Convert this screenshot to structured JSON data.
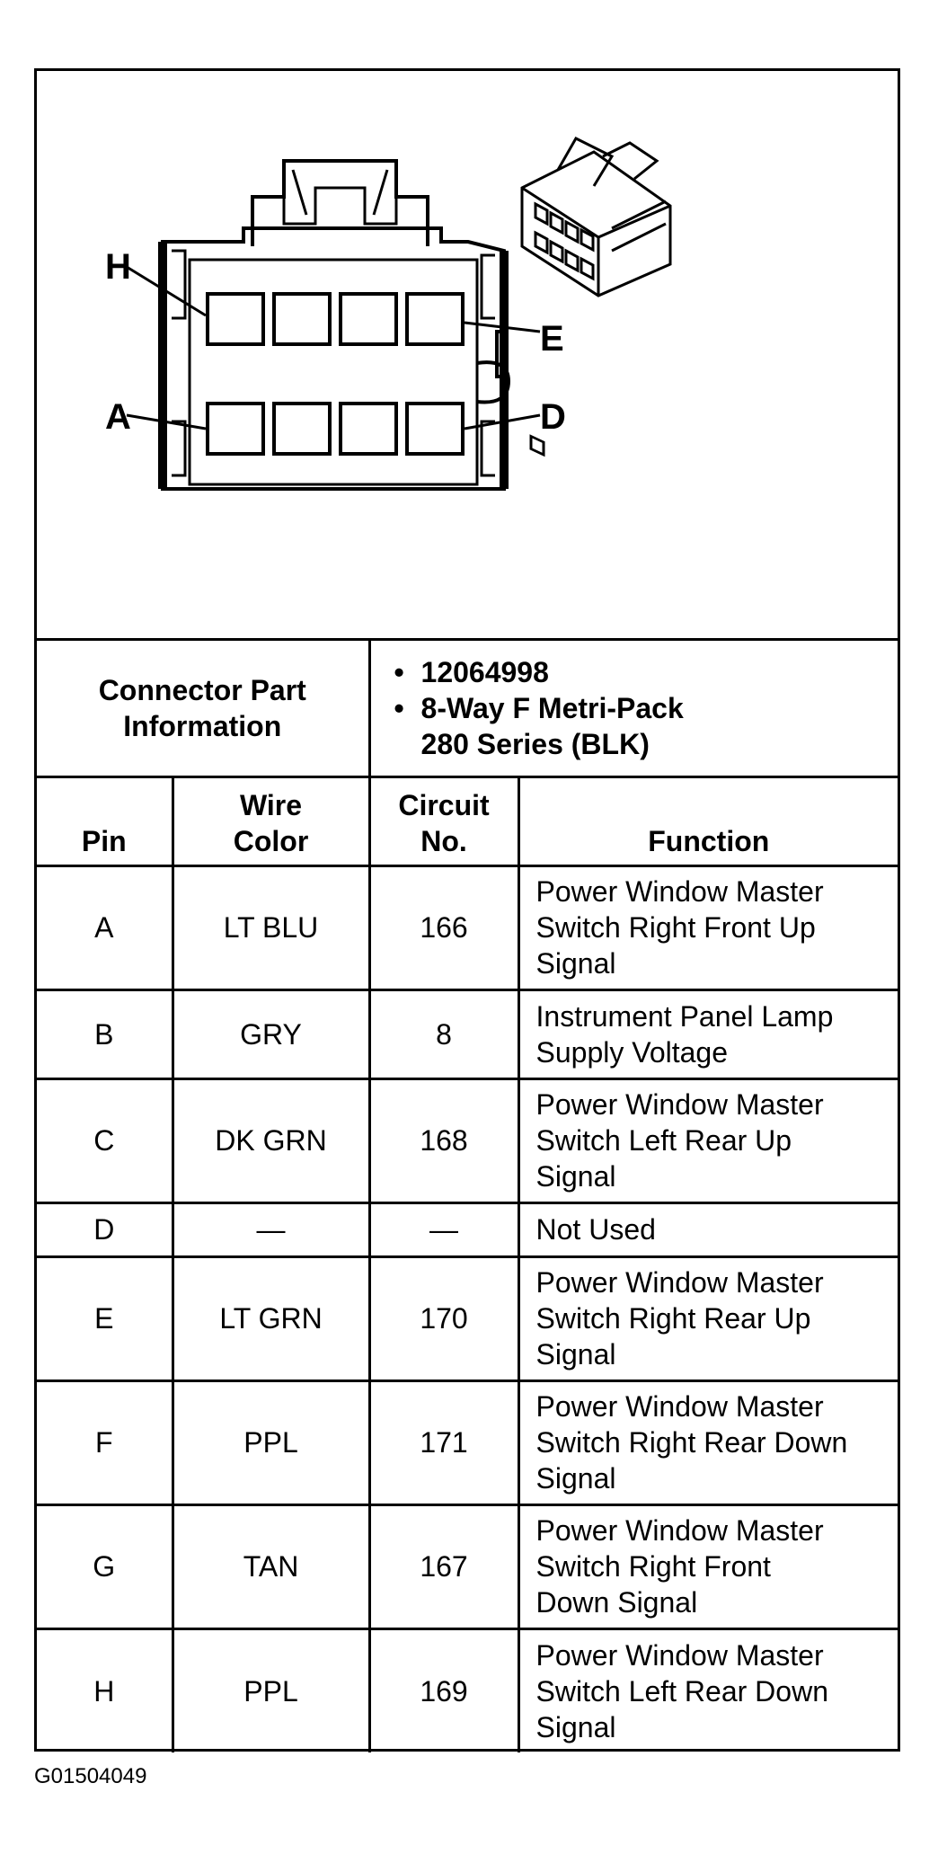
{
  "diagram": {
    "pin_labels": [
      "H",
      "E",
      "A",
      "D"
    ]
  },
  "connector_info": {
    "label": "Connector Part Information",
    "part_number": "12064998",
    "description_line1": "8-Way F Metri-Pack",
    "description_line2": "280 Series (BLK)"
  },
  "table": {
    "headers": {
      "pin": "Pin",
      "wire_color_1": "Wire",
      "wire_color_2": "Color",
      "circuit_1": "Circuit",
      "circuit_2": "No.",
      "function": "Function"
    },
    "rows": [
      {
        "pin": "A",
        "wire_color": "LT BLU",
        "circuit": "166",
        "function": [
          "Power Window Master",
          "Switch Right Front Up",
          "Signal"
        ]
      },
      {
        "pin": "B",
        "wire_color": "GRY",
        "circuit": "8",
        "function": [
          "Instrument Panel Lamp",
          "Supply Voltage"
        ]
      },
      {
        "pin": "C",
        "wire_color": "DK GRN",
        "circuit": "168",
        "function": [
          "Power Window Master",
          "Switch Left Rear Up",
          "Signal"
        ]
      },
      {
        "pin": "D",
        "wire_color": "—",
        "circuit": "—",
        "function": [
          "Not Used"
        ]
      },
      {
        "pin": "E",
        "wire_color": "LT GRN",
        "circuit": "170",
        "function": [
          "Power Window Master",
          "Switch Right Rear Up",
          "Signal"
        ]
      },
      {
        "pin": "F",
        "wire_color": "PPL",
        "circuit": "171",
        "function": [
          "Power Window Master",
          "Switch Right Rear Down",
          "Signal"
        ]
      },
      {
        "pin": "G",
        "wire_color": "TAN",
        "circuit": "167",
        "function": [
          "Power Window Master",
          "Switch Right Front",
          "Down Signal"
        ]
      },
      {
        "pin": "H",
        "wire_color": "PPL",
        "circuit": "169",
        "function": [
          "Power Window Master",
          "Switch Left Rear Down",
          "Signal"
        ]
      }
    ]
  },
  "figure_id": "G01504049"
}
